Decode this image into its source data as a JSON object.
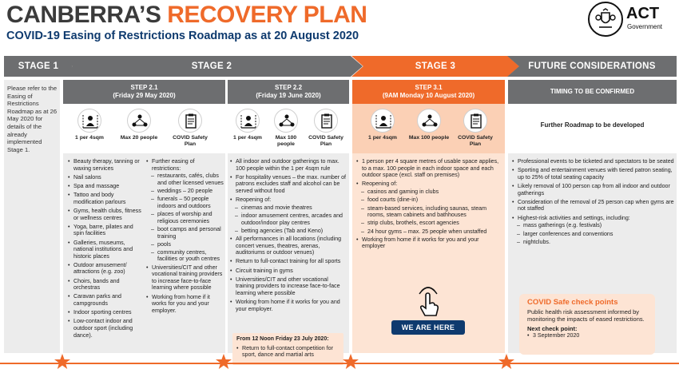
{
  "header": {
    "title_part1": "CANBERRA’S",
    "title_part2": "RECOVERY PLAN",
    "subtitle": "COVID-19 Easing of Restrictions Roadmap as at 20 August 2020",
    "logo_text": "ACT",
    "logo_subtext": "Government"
  },
  "colors": {
    "orange": "#ef6a2a",
    "grey": "#6d6e70",
    "navy": "#0e3a6e",
    "light_orange": "#fde4d4"
  },
  "stages": {
    "stage1": "STAGE 1",
    "stage2": "STAGE 2",
    "stage3": "STAGE 3",
    "future": "FUTURE CONSIDERATIONS"
  },
  "stage1_text": "Please refer to the Easing of Restrictions Roadmap as at 26 May 2020 for details of the already implemented Stage 1.",
  "step21": {
    "title": "STEP 2.1",
    "date": "(Friday 29 May 2020)",
    "icons": [
      {
        "name": "person-icon",
        "label": "1 per 4sqm"
      },
      {
        "name": "group-icon",
        "label": "Max 20 people"
      },
      {
        "name": "clipboard-icon",
        "label": "COVID Safety Plan"
      }
    ],
    "list_a": [
      "Beauty therapy, tanning or waxing services",
      "Nail salons",
      "Spa and massage",
      "Tattoo and body modification parlours",
      "Gyms, health clubs, fitness or wellness centres",
      "Yoga, barre, pilates and spin facilities",
      "Galleries, museums, national institutions and historic places",
      "Outdoor amusement/ attractions (e.g. zoo)",
      "Choirs, bands and orchestras",
      "Caravan parks and campgrounds",
      "Indoor sporting centres",
      "Low-contact indoor and outdoor sport (including dance)."
    ],
    "list_b_head": "Further easing of restrictions:",
    "list_b_sub": [
      "restaurants, cafés, clubs and other licensed venues",
      "weddings – 20 people",
      "funerals – 50 people indoors and outdoors",
      "places of worship and religious ceremonies",
      "boot camps and personal training",
      "pools",
      "community centres, facilities or youth centres"
    ],
    "list_b_more": [
      "Universities/CIT and other vocational training providers to increase face-to-face learning where possible",
      "Working from home if it works for you and your employer."
    ]
  },
  "step22": {
    "title": "STEP 2.2",
    "date": "(Friday 19 June 2020)",
    "icons": [
      {
        "name": "person-icon",
        "label": "1 per 4sqm"
      },
      {
        "name": "group-icon",
        "label": "Max 100 people"
      },
      {
        "name": "clipboard-icon",
        "label": "COVID Safety Plan"
      }
    ],
    "items": [
      {
        "t": "b",
        "text": "All indoor and outdoor gatherings to max. 100 people within the 1 per 4sqm rule"
      },
      {
        "t": "b",
        "text": "For hospitality venues – the max. number of patrons excludes staff and alcohol can be served without food"
      },
      {
        "t": "b",
        "text": "Reopening of:"
      },
      {
        "t": "s",
        "text": "cinemas and movie theatres"
      },
      {
        "t": "s",
        "text": "indoor amusement centres, arcades and outdoor/indoor play centres"
      },
      {
        "t": "s",
        "text": "betting agencies (Tab and Keno)"
      },
      {
        "t": "b",
        "text": "All performances in all locations (including concert venues, theatres, arenas, auditoriums or outdoor venues)"
      },
      {
        "t": "b",
        "text": "Return to full-contact training for all sports"
      },
      {
        "t": "b",
        "text": "Circuit training in gyms"
      },
      {
        "t": "b",
        "text": "Universities/CIT and other vocational training providers to increase face-to-face learning where possible"
      },
      {
        "t": "b",
        "text": "Working from home if it works for you and your employer."
      }
    ],
    "box_title": "From 12 Noon Friday 23 July 2020:",
    "box_item": "Return to full-contact competition for sport, dance and martial arts"
  },
  "step31": {
    "title": "STEP 3.1",
    "date": "(9AM Monday 10 August 2020)",
    "icons": [
      {
        "name": "person-icon",
        "label": "1 per 4sqm"
      },
      {
        "name": "group-icon",
        "label": "Max 100 people"
      },
      {
        "name": "clipboard-icon",
        "label": "COVID Safety Plan"
      }
    ],
    "items": [
      {
        "t": "b",
        "text": "1 person per 4 square metres of usable space applies, to a max. 100 people in each indoor space and each outdoor space (excl. staff on premises)"
      },
      {
        "t": "b",
        "text": "Reopening of:"
      },
      {
        "t": "s",
        "text": "casinos and gaming in clubs"
      },
      {
        "t": "s",
        "text": "food courts (dine-in)"
      },
      {
        "t": "s",
        "text": "steam-based services, including saunas, steam rooms, steam cabinets and bathhouses"
      },
      {
        "t": "s",
        "text": "strip clubs, brothels, escort agencies"
      },
      {
        "t": "s",
        "text": "24 hour gyms – max. 25 people when unstaffed"
      },
      {
        "t": "b",
        "text": "Working from home if it works for you and your employer"
      }
    ],
    "here_label": "WE ARE HERE"
  },
  "future": {
    "head": "TIMING TO BE CONFIRMED",
    "roadmap": "Further Roadmap to be developed",
    "items": [
      {
        "t": "b",
        "text": "Professional events to be ticketed and spectators to be seated"
      },
      {
        "t": "b",
        "text": "Sporting and entertainment venues with tiered patron seating, up to 25% of total seating capacity"
      },
      {
        "t": "b",
        "text": "Likely removal of 100 person cap from all indoor and outdoor gatherings"
      },
      {
        "t": "b",
        "text": "Consideration of the removal of 25 person cap when gyms are not staffed"
      },
      {
        "t": "b",
        "text": "Highest-risk activities and settings, including:"
      },
      {
        "t": "s",
        "text": "mass gatherings (e.g. festivals)"
      },
      {
        "t": "s",
        "text": "larger conferences and conventions"
      },
      {
        "t": "s",
        "text": "nightclubs."
      }
    ],
    "checkpoint_title": "COVID Safe check points",
    "checkpoint_text": "Public health risk assessment informed by monitoring the impacts of eased restrictions.",
    "next_label": "Next check point:",
    "next_date": "3 September 2020"
  }
}
